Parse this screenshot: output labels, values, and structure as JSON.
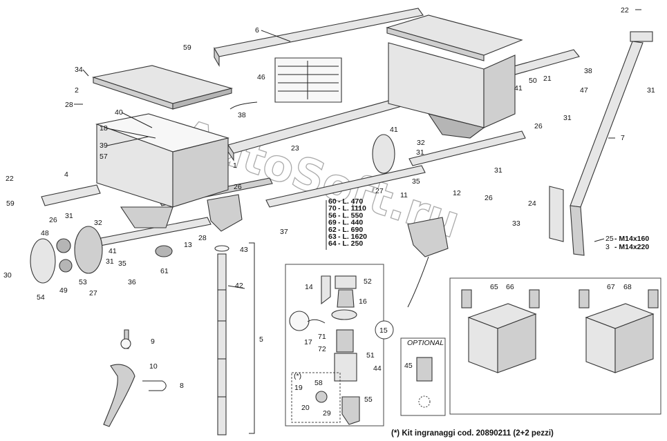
{
  "watermark": "AutoSoft.ru",
  "labels": {
    "p1": "1",
    "p2": "2",
    "p5": "5",
    "p6": "6",
    "p7": "7",
    "p8": "8",
    "p9": "9",
    "p10": "10",
    "p11": "11",
    "p12": "12",
    "p13": "13",
    "p14": "14",
    "p15": "15",
    "p16": "16",
    "p17": "17",
    "p18": "18",
    "p19": "19",
    "p20": "20",
    "p21": "21",
    "p22a": "22",
    "p22b": "22",
    "p23": "23",
    "p24": "24",
    "p26a": "26",
    "p26b": "26",
    "p26c": "26",
    "p26d": "26",
    "p27a": "27",
    "p27b": "27",
    "p28a": "28",
    "p28b": "28",
    "p29": "29",
    "p30": "30",
    "p31a": "31",
    "p31b": "31",
    "p31c": "31",
    "p31d": "31",
    "p31e": "31",
    "p31f": "31",
    "p32a": "32",
    "p32b": "32",
    "p33": "33",
    "p34": "34",
    "p35a": "35",
    "p35b": "35",
    "p36": "36",
    "p37": "37",
    "p38a": "38",
    "p38b": "38",
    "p39": "39",
    "p40": "40",
    "p41a": "41",
    "p41b": "41",
    "p41c": "41",
    "p42": "42",
    "p43": "43",
    "p44": "44",
    "p45": "45",
    "p46": "46",
    "p47": "47",
    "p48": "48",
    "p49": "49",
    "p50": "50",
    "p51": "51",
    "p52": "52",
    "p53": "53",
    "p54": "54",
    "p55": "55",
    "p57": "57",
    "p58": "58",
    "p59a": "59",
    "p59b": "59",
    "p61": "61",
    "p65": "65",
    "p66": "66",
    "p67": "67",
    "p68": "68",
    "p71": "71",
    "p72": "72",
    "p4": "4",
    "p3": "3",
    "p25": "25",
    "star19": "(*)"
  },
  "bolt_sizes": {
    "b25": "- M14x160",
    "b3": "- M14x220"
  },
  "axle_lengths": [
    {
      "num": "60",
      "len": "L. 470"
    },
    {
      "num": "70",
      "len": "L. 1110"
    },
    {
      "num": "56",
      "len": "L. 550"
    },
    {
      "num": "69",
      "len": "L. 440"
    },
    {
      "num": "62",
      "len": "L. 690"
    },
    {
      "num": "63",
      "len": "L. 1620"
    },
    {
      "num": "64",
      "len": "L. 250"
    }
  ],
  "optional_label": "OPTIONAL",
  "caption": "(*) Kit ingranaggi cod. 20890211 (2+2 pezzi)"
}
